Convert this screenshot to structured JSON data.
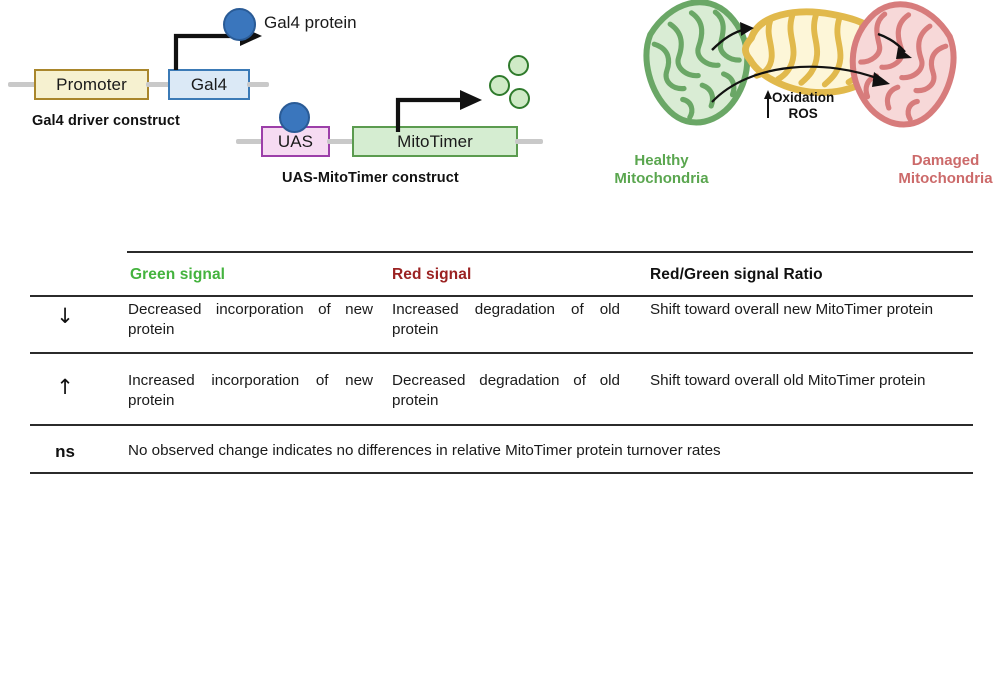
{
  "figure": {
    "constructs": {
      "gal4_driver": {
        "label": "Gal4 driver construct",
        "boxes": [
          {
            "name": "promoter",
            "text": "Promoter",
            "fill": "#f6f1d0",
            "stroke": "#a9862b"
          },
          {
            "name": "gal4",
            "text": "Gal4",
            "fill": "#dbe9f6",
            "stroke": "#3b7ab6"
          }
        ],
        "protein": {
          "label": "Gal4 protein",
          "color": "#3a76bd"
        }
      },
      "uas_mitotimer": {
        "label": "UAS-MitoTimer construct",
        "boxes": [
          {
            "name": "uas",
            "text": "UAS",
            "fill": "#f6dbf2",
            "stroke": "#9c3fa9"
          },
          {
            "name": "mitotimer",
            "text": "MitoTimer",
            "fill": "#d5edd1",
            "stroke": "#5b9b4f"
          }
        ],
        "product": {
          "name": "mitotimer-protein",
          "color": "#cfeac6"
        }
      }
    },
    "mitochondria": {
      "healthy": {
        "label": "Healthy\nMitochondria",
        "label_line1": "Healthy",
        "label_line2": "Mitochondria",
        "fill": "#d9ecd4",
        "stroke": "#6aa766",
        "text_color": "#5aa64f"
      },
      "intermediate": {
        "fill": "#fdf6d8",
        "stroke": "#e1b94c"
      },
      "damaged": {
        "label_line1": "Damaged",
        "label_line2": "Mitochondria",
        "fill": "#f7d8d8",
        "stroke": "#d77c7c",
        "text_color": "#cc6a6a"
      },
      "process": {
        "line1": "Oxidation",
        "line2": "ROS",
        "arrow": "↑"
      }
    }
  },
  "table": {
    "headers": [
      {
        "text": "Green signal",
        "color": "#44b33e"
      },
      {
        "text": "Red signal",
        "color": "#9b2222"
      },
      {
        "text": "Red/Green signal Ratio",
        "color": "#111111"
      }
    ],
    "rows": [
      {
        "symbol": "↓",
        "green": "Decreased incorporation of new protein",
        "red": "Increased degradation of old protein",
        "ratio": "Shift toward overall new MitoTimer protein"
      },
      {
        "symbol": "↑",
        "green": "Increased incorporation of new protein",
        "red": "Decreased degradation of old protein",
        "ratio": "Shift toward overall old MitoTimer protein"
      }
    ],
    "ns_row": {
      "symbol": "ns",
      "text": "No observed change indicates no differences in relative MitoTimer protein turnover rates"
    }
  }
}
